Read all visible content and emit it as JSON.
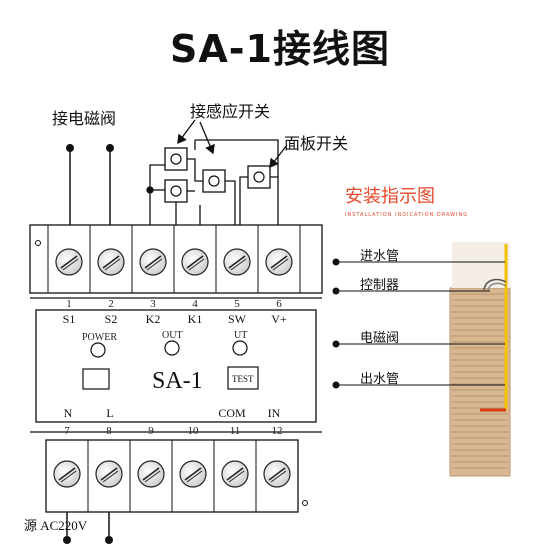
{
  "title": "SA-1接线图",
  "labels": {
    "solenoid_valve": "接电磁阀",
    "sensor_switch": "接感应开关",
    "panel_switch": "面板开关",
    "power": "源 AC220V"
  },
  "top_terminals": [
    {
      "num": "1",
      "name": "S1"
    },
    {
      "num": "2",
      "name": "S2"
    },
    {
      "num": "3",
      "name": "K2"
    },
    {
      "num": "4",
      "name": "K1"
    },
    {
      "num": "5",
      "name": "SW"
    },
    {
      "num": "6",
      "name": "V+"
    }
  ],
  "bottom_terminals": [
    {
      "num": "7",
      "name": "N"
    },
    {
      "num": "8",
      "name": "L"
    },
    {
      "num": "9",
      "name": ""
    },
    {
      "num": "10",
      "name": ""
    },
    {
      "num": "11",
      "name": "COM"
    },
    {
      "num": "12",
      "name": "IN"
    }
  ],
  "module": {
    "model": "SA-1",
    "power_led": "POWER",
    "out_led": "OUT",
    "ut_led": "UT",
    "test_button": "TEST"
  },
  "install": {
    "title": "安装指示图",
    "subtitle": "INSTALLATION INDICATION DRAWING",
    "labels": [
      "进水管",
      "控制器",
      "电磁阀",
      "出水管"
    ]
  },
  "colors": {
    "title": "#111111",
    "install_title": "#e8492a",
    "pipe_yellow": "#f2c200",
    "outlet_red": "#d83a12",
    "wood": "#c9a782"
  }
}
